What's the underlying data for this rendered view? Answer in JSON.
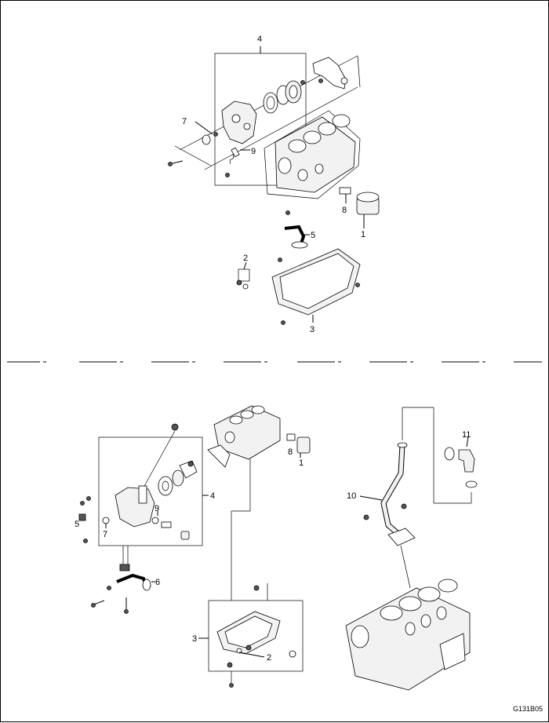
{
  "callouts_top": {
    "c4": "4",
    "c7": "7",
    "c9": "9",
    "c8": "8",
    "c1": "1",
    "c5": "5",
    "c2": "2",
    "c3": "3"
  },
  "callouts_bottom": {
    "c8": "8",
    "c1": "1",
    "c4": "4",
    "c9": "9",
    "c5": "5",
    "c7": "7",
    "c6": "6",
    "c11": "11",
    "c10": "10",
    "c3": "3",
    "c2": "2"
  },
  "figure_code": "G131B05"
}
